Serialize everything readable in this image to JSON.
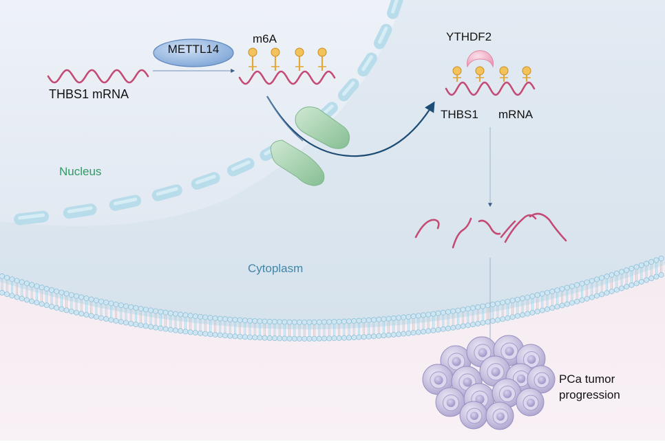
{
  "compartments": {
    "nucleus": "Nucleus",
    "cytoplasm": "Cytoplasm"
  },
  "left_mrna": {
    "label": "THBS1 mRNA"
  },
  "writer": {
    "label": "METTL14"
  },
  "modification": {
    "label": "m6A"
  },
  "reader": {
    "label": "YTHDF2"
  },
  "right_mrna": {
    "gene": "THBS1",
    "type": "mRNA"
  },
  "outcome": {
    "line1": "PCa tumor",
    "line2": "progression"
  },
  "colors": {
    "nucleus_bg": "#e6edf5",
    "cytoplasm_bg": "#dfe8f0",
    "extracellular_bg": "#f4e8ef",
    "envelope": "#b9dceb",
    "mrna": "#c44b75",
    "m6a_stem": "#e3a83a",
    "pore": "#9fcfa7",
    "arrow": "#1d4c74",
    "ythdf2": "#f2b4c8",
    "mettl14": "#8fb2dd",
    "tumor_cell": "#c6bfdd"
  }
}
